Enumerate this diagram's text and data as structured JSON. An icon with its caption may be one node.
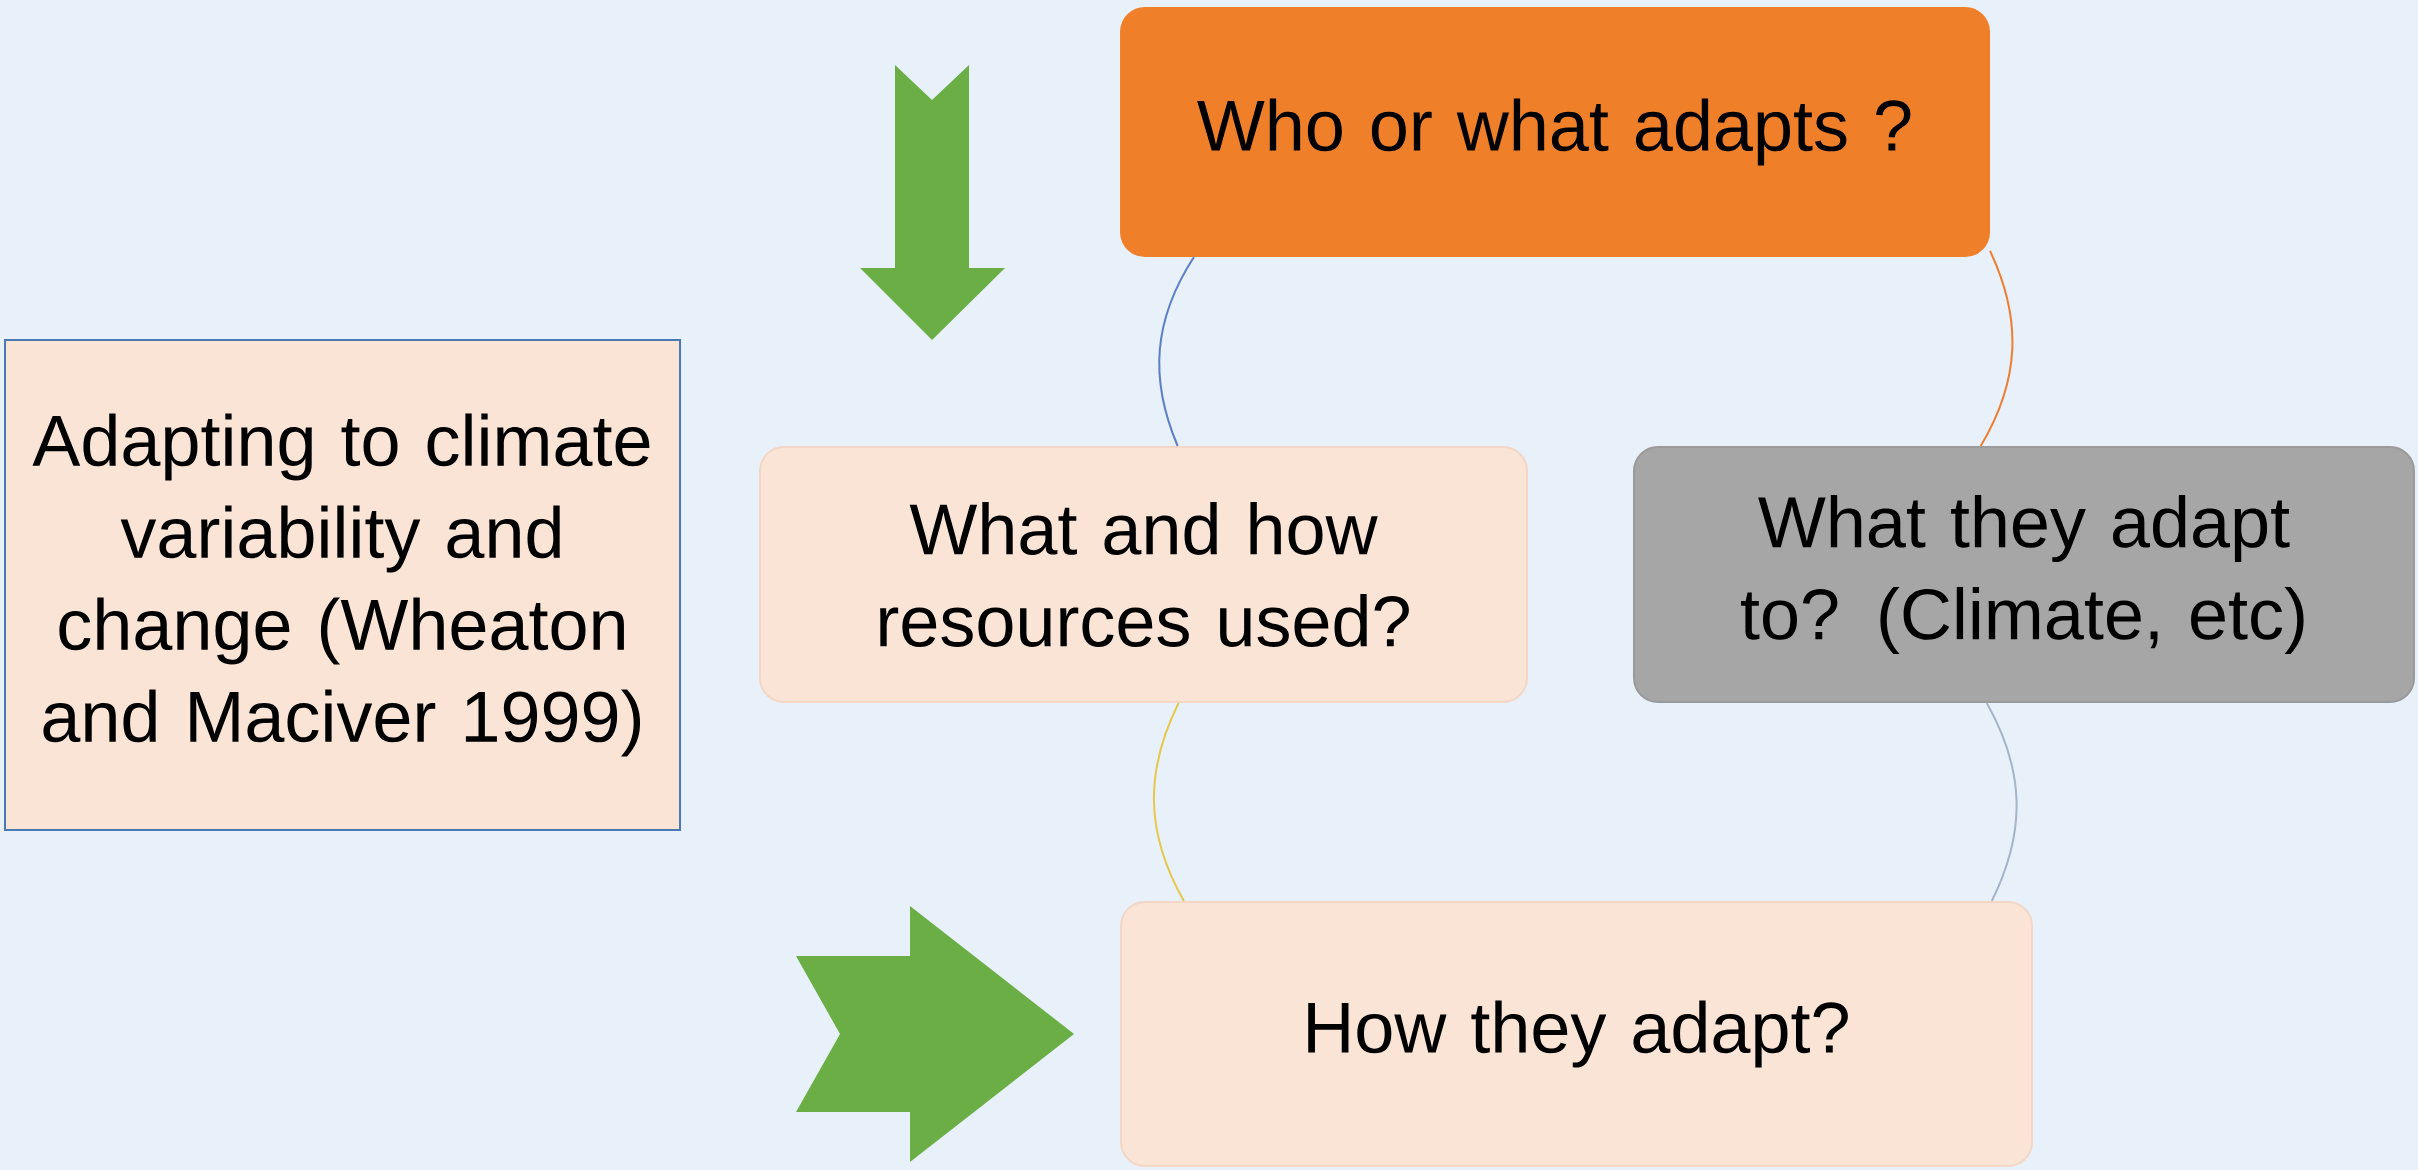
{
  "diagram": {
    "nodes": [
      {
        "text": [
          "Adapting to climate variability and change (Wheaton and Maciver 1999)"
        ]
      },
      {
        "text": [
          "Who or what adapts ?"
        ]
      },
      {
        "text": [
          "What and how resources used?"
        ]
      },
      {
        "text": [
          "What they adapt to? (Climate, etc)"
        ]
      },
      {
        "text": [
          "How they adapt?"
        ]
      }
    ],
    "edges": [
      {
        "from": null,
        "to": 4,
        "arrow": "to",
        "color": "#6aae45"
      },
      {
        "from": 1,
        "to": 3,
        "arrow": "none",
        "color": "#ed7d31"
      },
      {
        "from": 3,
        "to": 4,
        "arrow": "none",
        "color": "#a5b4c8"
      },
      {
        "from": 4,
        "to": 2,
        "arrow": "none",
        "color": "#e6c84a"
      },
      {
        "from": 2,
        "to": 1,
        "arrow": "none",
        "color": "#5b7fc7"
      }
    ]
  }
}
